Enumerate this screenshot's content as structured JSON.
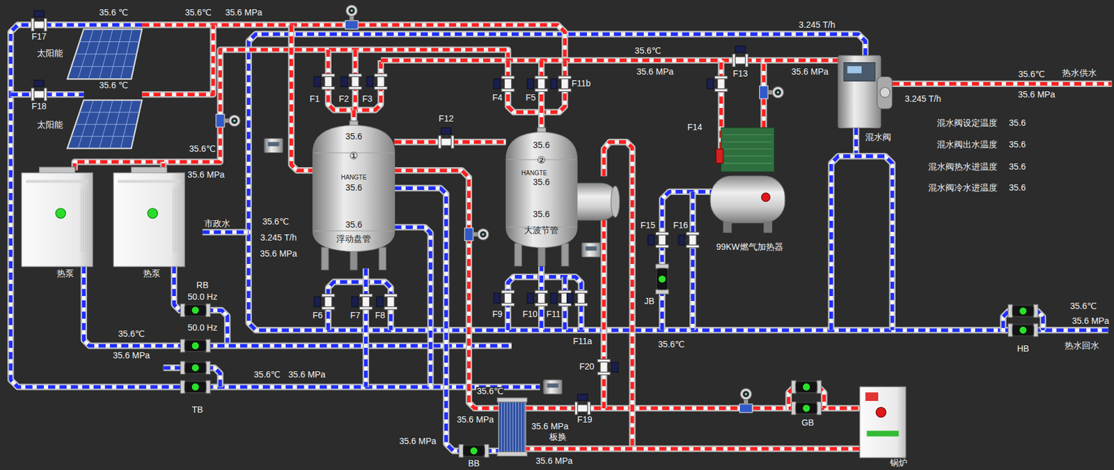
{
  "diagram": {
    "nodes": [
      {
        "text": [
          "太阳能"
        ]
      },
      {
        "text": [
          "太阳能"
        ]
      },
      {
        "text": [
          "35.6",
          "①",
          "HANGTE",
          "35.6",
          "35.6",
          "浮动盘管"
        ]
      },
      {
        "text": [
          "35.6",
          "②",
          "HANGTE",
          "35.6",
          "35.6",
          "大波节管"
        ]
      },
      {
        "text": [
          "混水阀"
        ]
      },
      {
        "text": [
          "99KW燃气加热器"
        ]
      },
      {
        "text": [
          "热泵"
        ]
      },
      {
        "text": [
          "热泵"
        ]
      },
      {
        "text": [
          "板换"
        ]
      },
      {
        "text": [
          "锅炉"
        ]
      }
    ],
    "edges": [
      {
        "from": 2,
        "to": 3,
        "arrow": "none"
      },
      {
        "from": 5,
        "to": 4,
        "arrow": "none"
      },
      {
        "from": 9,
        "to": 8,
        "arrow": "none"
      }
    ],
    "labels": [
      "35.6 ℃",
      "35.6℃",
      "35.6 MPa",
      "F17",
      "3.245 T/h",
      "35.6 ℃",
      "F18",
      "35.6℃",
      "35.6 MPa",
      "F13",
      "35.6 MPa",
      "35.6℃",
      "热水供水",
      "F1",
      "F2",
      "F3",
      "F4",
      "F5",
      "F11b",
      "3.245 T/h",
      "35.6 MPa",
      "F12",
      "混水阀设定温度",
      "35.6",
      "F14",
      "混水阀出水温度",
      "35.6",
      "35.6℃",
      "混水阀热水进温度",
      "35.6",
      "35.6 MPa",
      "混水阀冷水进温度",
      "35.6",
      "市政水",
      "35.6℃",
      "3.245 T/h",
      "35.6 MPa",
      "F15",
      "F16",
      "RB",
      "50.0 Hz",
      "JB",
      "35.6℃",
      "F6",
      "F7",
      "F8",
      "F9",
      "F10",
      "F11",
      "F11a",
      "35.6 MPa",
      "50.0 Hz",
      "35.6℃",
      "35.6℃",
      "HB",
      "热水回水",
      "35.6 MPa",
      "F20",
      "35.6℃",
      "35.6 MPa",
      "35.6℃",
      "TB",
      "35.6 MPa",
      "35.6 MPa",
      "F19",
      "GB",
      "35.6 MPa",
      "BB",
      "35.6 MPa"
    ]
  }
}
